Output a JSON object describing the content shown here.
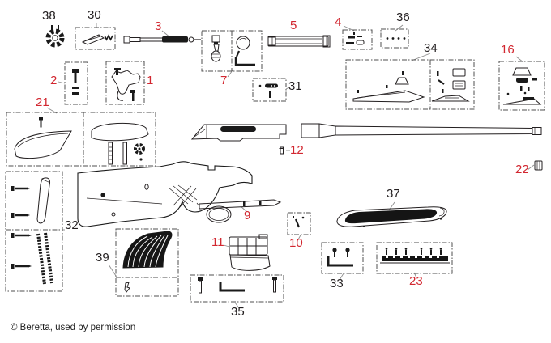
{
  "page": {
    "background": "#ffffff",
    "copyright": "© Beretta, used by permission",
    "colors": {
      "label_red": "#d22730",
      "label_black": "#231f20",
      "drawing_line": "#231f20",
      "dashed_box_border": "#4f4f4f"
    },
    "labels": {
      "p1": {
        "text": "1",
        "color": "red"
      },
      "p2": {
        "text": "2",
        "color": "red"
      },
      "p3": {
        "text": "3",
        "color": "red"
      },
      "p4": {
        "text": "4",
        "color": "red"
      },
      "p5": {
        "text": "5",
        "color": "red"
      },
      "p7": {
        "text": "7",
        "color": "red"
      },
      "p9": {
        "text": "9",
        "color": "red"
      },
      "p10": {
        "text": "10",
        "color": "red"
      },
      "p11": {
        "text": "11",
        "color": "red"
      },
      "p12": {
        "text": "12",
        "color": "red"
      },
      "p16": {
        "text": "16",
        "color": "red"
      },
      "p21": {
        "text": "21",
        "color": "red"
      },
      "p22": {
        "text": "22",
        "color": "red"
      },
      "p23": {
        "text": "23",
        "color": "red"
      },
      "p30": {
        "text": "30",
        "color": "black"
      },
      "p31": {
        "text": "31",
        "color": "black"
      },
      "p32": {
        "text": "32",
        "color": "black"
      },
      "p33": {
        "text": "33",
        "color": "black"
      },
      "p34": {
        "text": "34",
        "color": "black"
      },
      "p35": {
        "text": "35",
        "color": "black"
      },
      "p36": {
        "text": "36",
        "color": "black"
      },
      "p37": {
        "text": "37",
        "color": "black"
      },
      "p38": {
        "text": "38",
        "color": "black"
      },
      "p39": {
        "text": "39",
        "color": "black"
      }
    }
  }
}
